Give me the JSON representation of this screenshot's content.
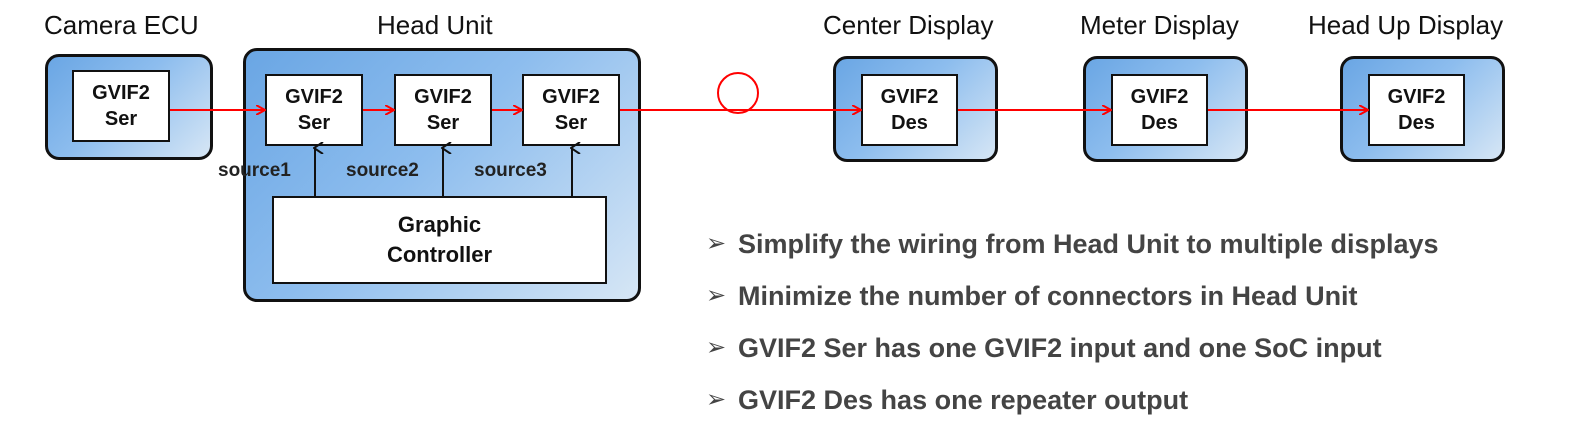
{
  "units": {
    "camera_ecu": {
      "title": "Camera ECU",
      "chip": {
        "line1": "GVIF2",
        "line2": "Ser"
      }
    },
    "head_unit": {
      "title": "Head Unit",
      "chips": [
        {
          "line1": "GVIF2",
          "line2": "Ser",
          "source": "source1"
        },
        {
          "line1": "GVIF2",
          "line2": "Ser",
          "source": "source2"
        },
        {
          "line1": "GVIF2",
          "line2": "Ser",
          "source": "source3"
        }
      ],
      "controller": {
        "line1": "Graphic",
        "line2": "Controller"
      }
    },
    "center_display": {
      "title": "Center Display",
      "chip": {
        "line1": "GVIF2",
        "line2": "Des"
      }
    },
    "meter_display": {
      "title": "Meter Display",
      "chip": {
        "line1": "GVIF2",
        "line2": "Des"
      }
    },
    "head_up_display": {
      "title": "Head Up Display",
      "chip": {
        "line1": "GVIF2",
        "line2": "Des"
      }
    }
  },
  "notes": [
    "Simplify the wiring from Head Unit to multiple displays",
    "Minimize the number of connectors in Head Unit",
    "GVIF2 Ser has one GVIF2 input and one SoC input",
    "GVIF2 Des has one repeater output"
  ],
  "colors": {
    "signal_line": "#ff0000",
    "unit_fill": "#7fb3e8",
    "outline": "#111111"
  }
}
